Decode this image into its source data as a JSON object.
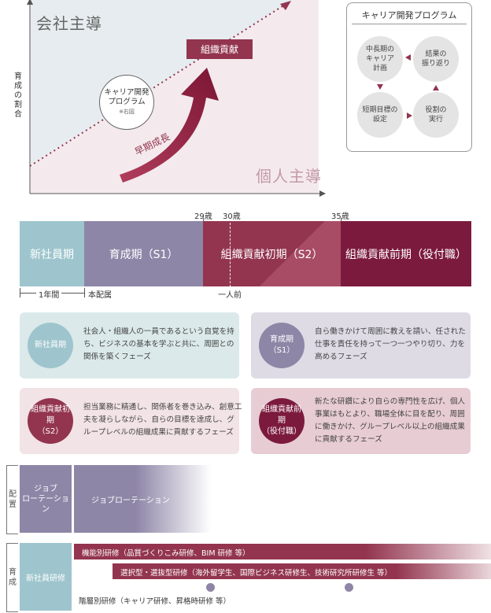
{
  "top_chart": {
    "company_lead": "会社主導",
    "individual_lead": "個人主導",
    "y_axis_label": [
      "育",
      "成",
      "の",
      "割",
      "合"
    ],
    "contribution_label": "組織貢献",
    "early_growth_label": "早期成長",
    "program_bubble": {
      "line1": "キャリア開発",
      "line2": "プログラム",
      "note": "※右図"
    }
  },
  "career_program": {
    "title": "キャリア開発プログラム",
    "steps": [
      {
        "lines": [
          "中長期の",
          "キャリア",
          "計画"
        ]
      },
      {
        "lines": [
          "結果の",
          "振り返り"
        ]
      },
      {
        "lines": [
          "短期目標の",
          "設定"
        ]
      },
      {
        "lines": [
          "役割の",
          "実行"
        ]
      }
    ]
  },
  "timeline": {
    "ages": {
      "a29": "29歳",
      "a30": "30歳",
      "a35": "35歳"
    },
    "phases": [
      "新社員期",
      "育成期（S1）",
      "組織貢献初期（S2）",
      "組織貢献前期（役付職）"
    ],
    "below": {
      "one_year": "1年間",
      "assigned": "本配属",
      "independent": "一人前"
    }
  },
  "cards": [
    {
      "circle": [
        "新社員期"
      ],
      "text": [
        "社会人・組織人の一員であるという自覚を持",
        "ち、ビジネスの基本を学ぶと共に、周囲との",
        "関係を築くフェーズ"
      ]
    },
    {
      "circle": [
        "育成期",
        "（S1）"
      ],
      "text": [
        "自ら働きかけて周囲に教えを請い、任された",
        "仕事を責任を持って一つ一つやり切り、力を",
        "高めるフェーズ"
      ]
    },
    {
      "circle": [
        "組織貢献初期",
        "（S2）"
      ],
      "text": [
        "担当業務に精通し、関係者を巻き込み、創意工",
        "夫を凝らしながら、自らの目標を達成し、グ",
        "ループレベルの組織成果に貢献するフェーズ"
      ]
    },
    {
      "circle": [
        "組織貢献前期",
        "（役付職）"
      ],
      "text": [
        "新たな研鑽により自らの専門性を広げ、個人",
        "事業はもとより、職場全体に目を配り、周囲",
        "に働きかけ、グループレベル以上の組織成果",
        "に貢献するフェーズ"
      ]
    }
  ],
  "assignment": {
    "side_label": [
      "配",
      "置"
    ],
    "box_label": [
      "ジョブ",
      "ローテーション"
    ],
    "bar_label": "ジョブローテーション"
  },
  "training": {
    "side_label": [
      "育",
      "成"
    ],
    "box_label": "新社員研修",
    "bar1": "機能別研修（品質づくりこみ研修、BIM 研修 等）",
    "bar2": "選択型・選抜型研修（海外留学生、国際ビジネス研修生、技術研究所研修生 等）",
    "bar3": "階層別研修（キャリア研修、昇格時研修 等）"
  },
  "colors": {
    "teal": "#9ec5cd",
    "purple": "#8e86a7",
    "wine": "#93354f",
    "wine_dark": "#7c1a3d",
    "card_teal": "#dbe9ea",
    "card_purple": "#dedbe5",
    "card_pink": "#f2e3e6",
    "card_wine": "#e7ccd4"
  }
}
